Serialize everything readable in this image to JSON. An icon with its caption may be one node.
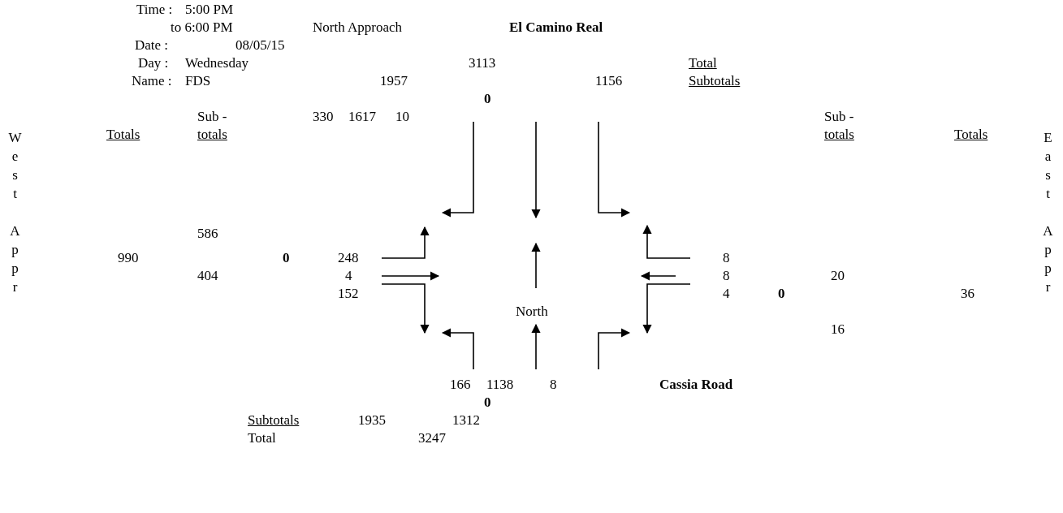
{
  "diagram": {
    "labels": [
      "Time :",
      "5:00 PM",
      "to 6:00 PM",
      "North Approach",
      "El Camino Real",
      "Date :",
      "08/05/15",
      "Day :",
      "Wednesday",
      "3113",
      "Total",
      "Name :",
      "FDS",
      "1957",
      "1156",
      "Subtotals",
      "0",
      "Sub -",
      "330",
      "1617",
      "10",
      "Sub -",
      "Totals",
      "totals",
      "totals",
      "Totals",
      "West Appr",
      "East Appr",
      "586",
      "990",
      "0",
      "248",
      "8",
      "404",
      "4",
      "8",
      "20",
      "152",
      "4",
      "0",
      "36",
      "North",
      "16",
      "166",
      "1138",
      "8",
      "Cassia Road",
      "0",
      "Subtotals",
      "1935",
      "1312",
      "Total",
      "3247"
    ]
  }
}
